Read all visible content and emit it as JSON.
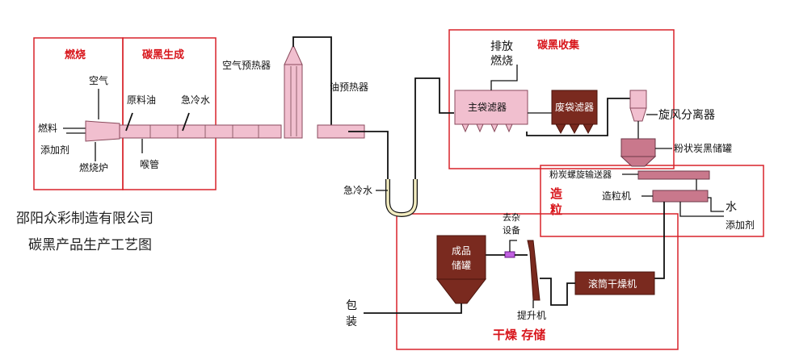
{
  "company": {
    "name": "邵阳众彩制造有限公司",
    "subtitle": "碳黑产品生产工艺图"
  },
  "zones": {
    "combustion": "燃烧",
    "carbon_black_generation": "碳黑生成",
    "carbon_black_collection": "碳黑收集",
    "granulation_line1": "造",
    "granulation_line2": "粒",
    "drying_storage": "干燥 存储"
  },
  "labels": {
    "air": "空气",
    "fuel": "燃料",
    "additive_in": "添加剂",
    "burner": "燃烧炉",
    "feedstock_oil": "原料油",
    "quench_water_top": "急冷水",
    "throat": "喉管",
    "air_preheater": "空气预热器",
    "oil_preheater": "油预热器",
    "quench_water": "急冷水",
    "exhaust_line1": "排放",
    "exhaust_line2": "燃烧",
    "main_bag_filter": "主袋滤器",
    "waste_bag_filter": "废袋滤器",
    "cyclone": "旋风分离器",
    "powder_tank": "粉状炭黑储罐",
    "screw_conveyor": "粉炭螺旋输送器",
    "granulator": "造粒机",
    "water": "水",
    "additive": "添加剂",
    "impurity_line1": "去杂",
    "impurity_line2": "设备",
    "product_tank_line1": "成品",
    "product_tank_line2": "储罐",
    "packaging_line1": "包",
    "packaging_line2": "装",
    "elevator": "提升机",
    "rotary_dryer": "滚筒干燥机"
  },
  "colors": {
    "zone_border": "#d8222a",
    "equipment_pink": "#f1bfcf",
    "equipment_dark": "#c9788c",
    "tank_brown": "#7a2a1f"
  }
}
